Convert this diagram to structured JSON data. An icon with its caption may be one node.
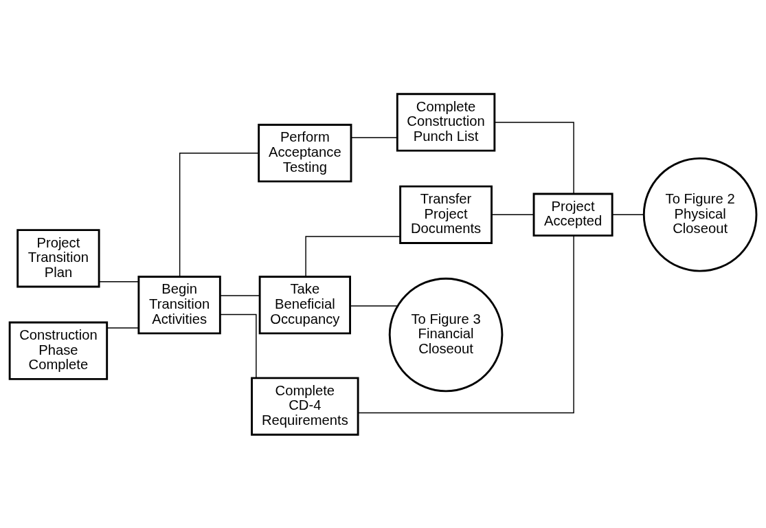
{
  "diagram": {
    "nodes": [
      {
        "text": [
          "Project Transition Plan"
        ]
      },
      {
        "text": [
          "Construction Phase Complete"
        ]
      },
      {
        "text": [
          "Begin Transition Activities"
        ]
      },
      {
        "text": [
          "Perform Acceptance Testing"
        ]
      },
      {
        "text": [
          "Complete Construction Punch List"
        ]
      },
      {
        "text": [
          "Take Beneficial Occupancy"
        ]
      },
      {
        "text": [
          "Transfer Project Documents"
        ]
      },
      {
        "text": [
          "Complete CD-4 Requirements"
        ]
      },
      {
        "text": [
          "Project Accepted"
        ]
      },
      {
        "text": [
          "To Figure 2 Physical Closeout"
        ]
      },
      {
        "text": [
          "To Figure 3 Financial Closeout"
        ]
      }
    ],
    "edges": [
      {
        "from": 0,
        "to": 2,
        "arrow": "none"
      },
      {
        "from": 1,
        "to": 2,
        "arrow": "none"
      },
      {
        "from": 2,
        "to": 3,
        "arrow": "none"
      },
      {
        "from": 2,
        "to": 5,
        "arrow": "none"
      },
      {
        "from": 2,
        "to": 7,
        "arrow": "none"
      },
      {
        "from": 3,
        "to": 4,
        "arrow": "none"
      },
      {
        "from": 5,
        "to": 6,
        "arrow": "none"
      },
      {
        "from": 4,
        "to": 8,
        "arrow": "none"
      },
      {
        "from": 6,
        "to": 8,
        "arrow": "none"
      },
      {
        "from": 7,
        "to": 8,
        "arrow": "none"
      },
      {
        "from": 8,
        "to": 9,
        "arrow": "none"
      },
      {
        "from": 5,
        "to": 10,
        "arrow": "none"
      }
    ]
  }
}
